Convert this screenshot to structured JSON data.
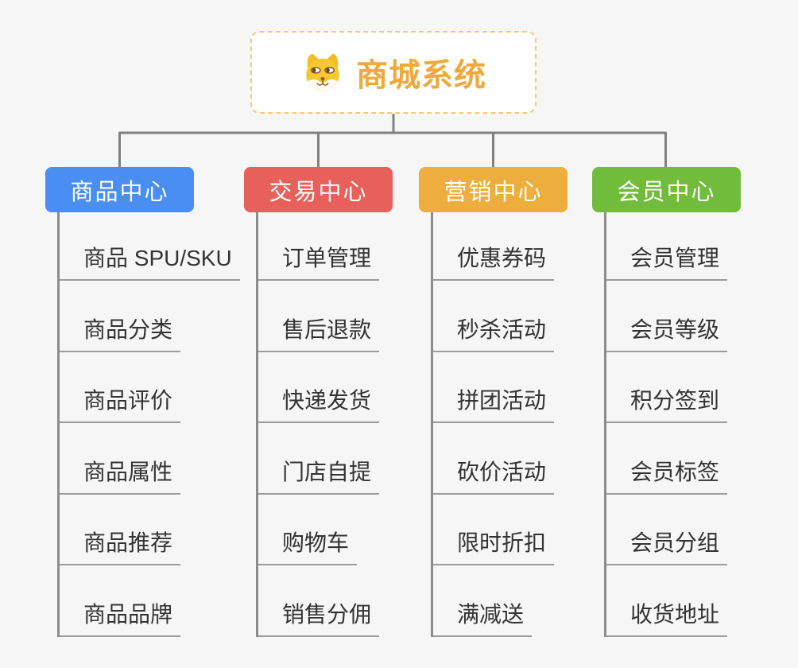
{
  "root": {
    "title": "商城系统",
    "icon": "shiba-dog-icon",
    "title_color": "#F0A93C",
    "border_color": "#F7C873"
  },
  "branches": [
    {
      "label": "商品中心",
      "color": "#4A8EF2",
      "items": [
        "商品 SPU/SKU",
        "商品分类",
        "商品评价",
        "商品属性",
        "商品推荐",
        "商品品牌"
      ]
    },
    {
      "label": "交易中心",
      "color": "#E8605A",
      "items": [
        "订单管理",
        "售后退款",
        "快递发货",
        "门店自提",
        "购物车",
        "销售分佣"
      ]
    },
    {
      "label": "营销中心",
      "color": "#EDAE3E",
      "items": [
        "优惠券码",
        "秒杀活动",
        "拼团活动",
        "砍价活动",
        "限时折扣",
        "满减送"
      ]
    },
    {
      "label": "会员中心",
      "color": "#72BC3C",
      "items": [
        "会员管理",
        "会员等级",
        "积分签到",
        "会员标签",
        "会员分组",
        "收货地址"
      ]
    }
  ],
  "colors": {
    "background": "#F6F6F6",
    "connector": "#808080",
    "leaf_line": "#8C8C8C",
    "leaf_underline": "#9B9B9B",
    "leaf_text": "#333333",
    "branch_text": "#FFFFFF"
  }
}
